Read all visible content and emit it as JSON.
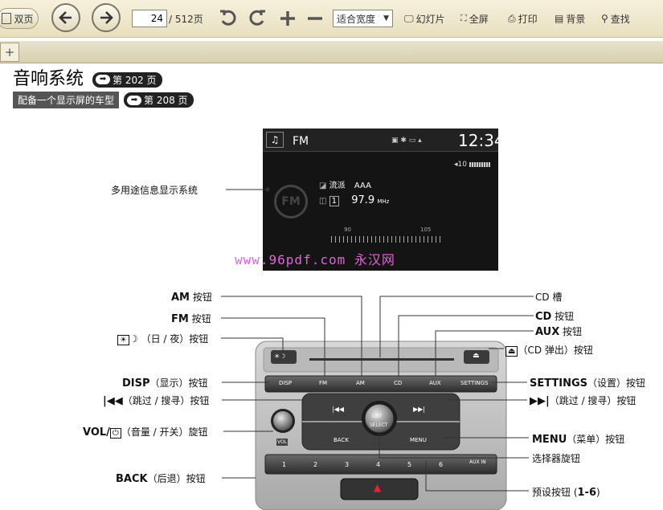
{
  "toolbar": {
    "dual_page_label": "双页",
    "current_page": "24",
    "page_total": "/ 512页",
    "zoom_mode": "适合宽度",
    "slideshow_label": "幻灯片",
    "fullscreen_label": "全屏",
    "print_label": "打印",
    "background_label": "背景",
    "find_label": "查找"
  },
  "tabs": {
    "add_label": "+"
  },
  "page": {
    "title": "音响系统",
    "title_ref": "第 202 页",
    "sub_badge": "配备一个显示屏的车型",
    "sub_ref": "第 208 页"
  },
  "display": {
    "source": "FM",
    "clock": "12:34",
    "volume": "10",
    "genre": "流派",
    "station_name": "AAA",
    "preset_num": "1",
    "frequency": "97.9",
    "freq_unit": "MHz",
    "scale_low": "90",
    "scale_high": "105",
    "fm_logo": "FM"
  },
  "radio_buttons": {
    "day_night": "☀☽",
    "disp": "DISP",
    "fm": "FM",
    "am": "AM",
    "cd": "CD",
    "aux": "AUX",
    "settings": "SETTINGS",
    "prev": "|◀◀",
    "next": "▶▶|",
    "list_top": "LIST",
    "list_bottom": "SELECT",
    "back": "BACK",
    "menu": "MENU",
    "vol_tag": "VOL",
    "aux_in": "AUX IN",
    "presets": [
      "1",
      "2",
      "3",
      "4",
      "5",
      "6"
    ]
  },
  "labels": {
    "display_system": "多用途信息显示系统",
    "am": "AM",
    "am_suffix": " 按钮",
    "fm": "FM",
    "fm_suffix": " 按钮",
    "day_night": "（日 / 夜）按钮",
    "disp": "DISP",
    "disp_suffix": "（显示）按钮",
    "seek_back": "（跳过 / 搜寻）按钮",
    "vol": "VOL/",
    "vol_suffix": "（音量 / 开关）旋钮",
    "back": "BACK",
    "back_suffix": "（后退）按钮",
    "cd_slot": "CD 槽",
    "cd": "CD",
    "cd_suffix": " 按钮",
    "aux": "AUX",
    "aux_suffix": " 按钮",
    "eject": "（CD 弹出）按钮",
    "settings": "SETTINGS",
    "settings_suffix": "（设置）按钮",
    "seek_fwd": "（跳过 / 搜寻）按钮",
    "menu": "MENU",
    "menu_suffix": "（菜单）按钮",
    "selector": "选择器旋钮",
    "preset": "预设按钮 (",
    "preset_bold": "1-6",
    "preset_end": ")"
  },
  "watermark": "www.96pdf.com 永汉网"
}
